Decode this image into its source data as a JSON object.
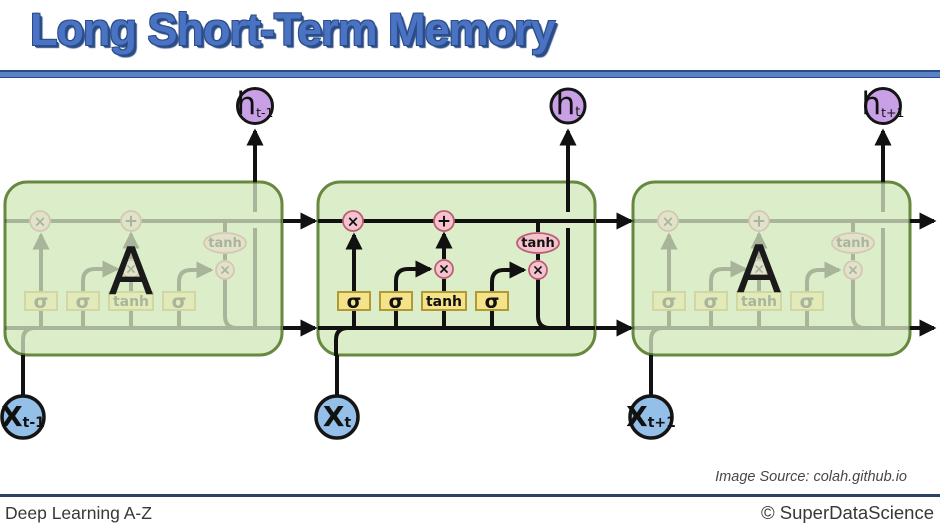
{
  "title": "Long Short-Term Memory",
  "image_source": "Image Source: colah.github.io",
  "footer": {
    "course": "Deep Learning A-Z",
    "brand": "© SuperDataScience"
  },
  "diagram": {
    "cell_label": "A",
    "gates": {
      "sigma1": "σ",
      "sigma2": "σ",
      "tanh_gate": "tanh",
      "sigma3": "σ"
    },
    "ops": {
      "multiply1": "×",
      "add": "+",
      "multiply2": "×",
      "multiply3": "×",
      "tanh_op": "tanh"
    },
    "outputs": [
      {
        "base": "h",
        "sub": "t-1"
      },
      {
        "base": "h",
        "sub": "t"
      },
      {
        "base": "h",
        "sub": "t+1"
      }
    ],
    "inputs": [
      {
        "base": "X",
        "sub": "t-1"
      },
      {
        "base": "X",
        "sub": "t"
      },
      {
        "base": "X",
        "sub": "t+1"
      }
    ],
    "colors": {
      "cell_fill": "#dcedc9",
      "cell_border": "#66893f",
      "gate_fill": "#f5e38a",
      "gate_border": "#b09a35",
      "op_fill": "#f4c3cd",
      "op_border": "#bb5f76",
      "hidden_fill": "#c9a0e6",
      "input_fill": "#93bfe8",
      "line": "#111111",
      "title_blue": "#4a73c3",
      "title_shadow": "#2b4c86",
      "accent_line": "#5b82c6",
      "footer_line": "#2e4265"
    }
  }
}
